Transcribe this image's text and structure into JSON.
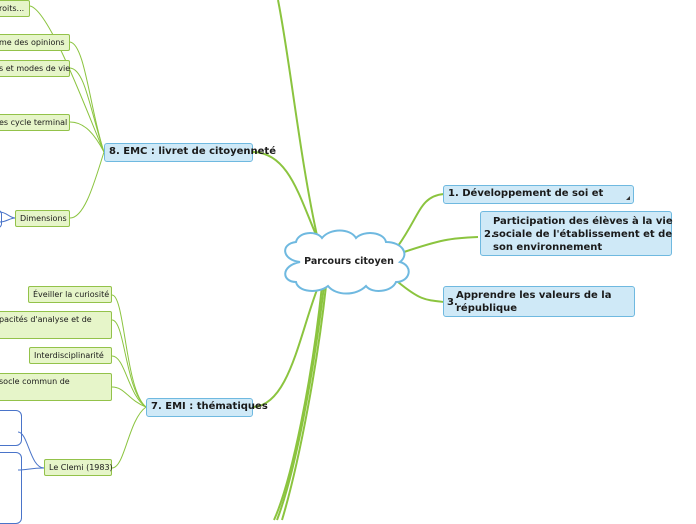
{
  "central": {
    "label": "Parcours citoyen"
  },
  "right_branches": [
    {
      "number": "1.",
      "label": "Développement de soi et"
    },
    {
      "number": "2.",
      "line1": "Participation des élèves à la vie",
      "line2": "sociale de l'établissement et de",
      "line3": "son environnement"
    },
    {
      "number": "3.",
      "line1": "Apprendre les valeurs de la",
      "line2": "république"
    }
  ],
  "left_branches": [
    {
      "label": "8. EMC : livret de citoyenneté"
    },
    {
      "label": "7. EMI : thématiques"
    }
  ],
  "emc_children": [
    {
      "label": "roits..."
    },
    {
      "label": "me des opinions"
    },
    {
      "label": "s et modes de vie"
    },
    {
      "label": "es cycle terminal"
    },
    {
      "label": "Dimensions"
    }
  ],
  "emi_children": [
    {
      "label": "Éveiller la curiosité"
    },
    {
      "label": "pacités d'analyse et de"
    },
    {
      "label": "Interdisciplinarité"
    },
    {
      "label": "socle commun de"
    },
    {
      "label": "Le Clemi (1983)"
    }
  ],
  "colors": {
    "branch_line": "#8bc43f",
    "main_fill": "#cfe9f7",
    "main_border": "#6fb9e0",
    "leaf_fill": "#e6f5c9",
    "leaf_border": "#93c24a",
    "outline": "#4a74c9"
  }
}
